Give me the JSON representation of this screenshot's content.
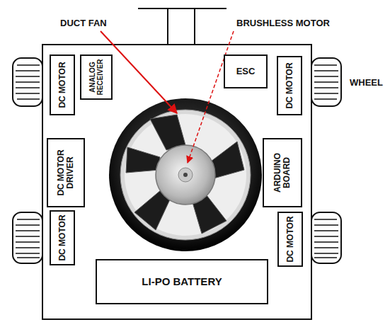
{
  "diagram": {
    "nodes": [
      {
        "text": [
          "DC MOTOR"
        ]
      },
      {
        "text": [
          "ANALOG RECEIVER"
        ]
      },
      {
        "text": [
          "ESC"
        ]
      },
      {
        "text": [
          "DC MOTOR"
        ]
      },
      {
        "text": [
          "DC MOTOR DRIVER"
        ]
      },
      {
        "text": [
          "ARDUINO BOARD"
        ]
      },
      {
        "text": [
          "DC MOTOR"
        ]
      },
      {
        "text": [
          "DC MOTOR"
        ]
      },
      {
        "text": [
          "LI-PO BATTERY"
        ]
      }
    ],
    "labels": [
      "DUCT FAN",
      "BRUSHLESS MOTOR",
      "WHEEL"
    ]
  }
}
